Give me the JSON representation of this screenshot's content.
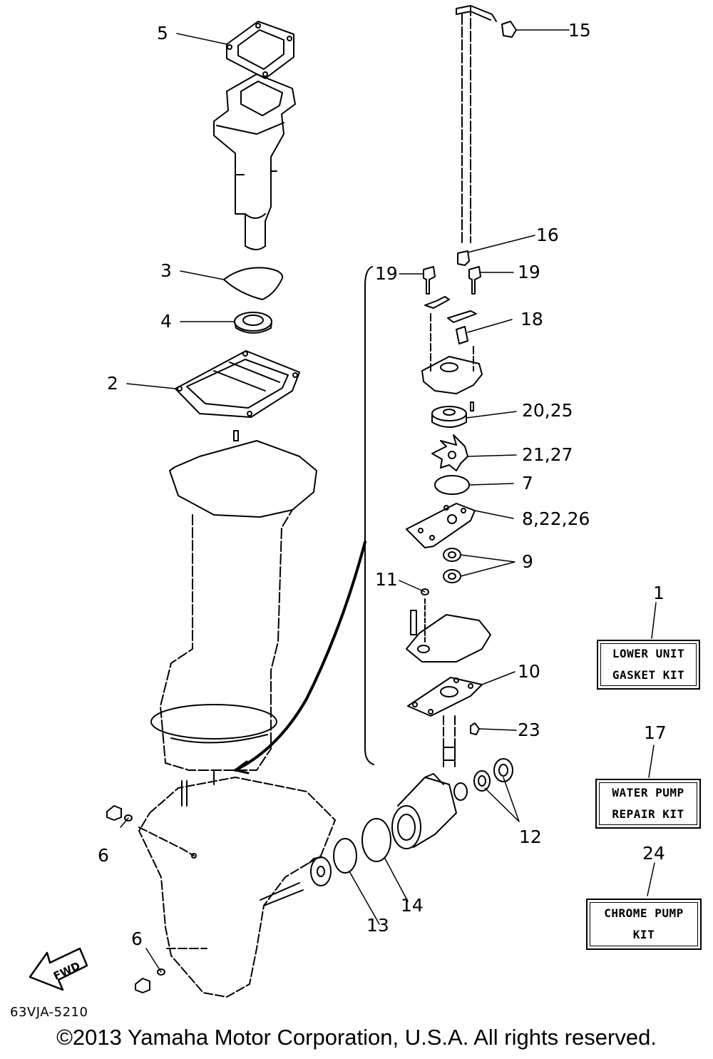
{
  "callouts": {
    "c1": "1",
    "c2": "2",
    "c3": "3",
    "c4": "4",
    "c5": "5",
    "c6a": "6",
    "c6b": "6",
    "c7": "7",
    "c8": "8,22,26",
    "c9": "9",
    "c10": "10",
    "c11": "11",
    "c12": "12",
    "c13": "13",
    "c14": "14",
    "c15": "15",
    "c16": "16",
    "c17": "17",
    "c18": "18",
    "c19a": "19",
    "c19b": "19",
    "c20": "20,25",
    "c21": "21,27",
    "c23": "23",
    "c24": "24"
  },
  "kits": {
    "lower_unit": {
      "line1": "LOWER UNIT",
      "line2": "GASKET KIT"
    },
    "water_pump": {
      "line1": "WATER PUMP",
      "line2": "REPAIR KIT"
    },
    "chrome_pump": {
      "line1": "CHROME PUMP",
      "line2": "KIT"
    }
  },
  "fwd_label": "FWD",
  "figure_code": "63VJA-5210",
  "copyright": "©2013 Yamaha Motor Corporation, U.S.A. All rights reserved."
}
